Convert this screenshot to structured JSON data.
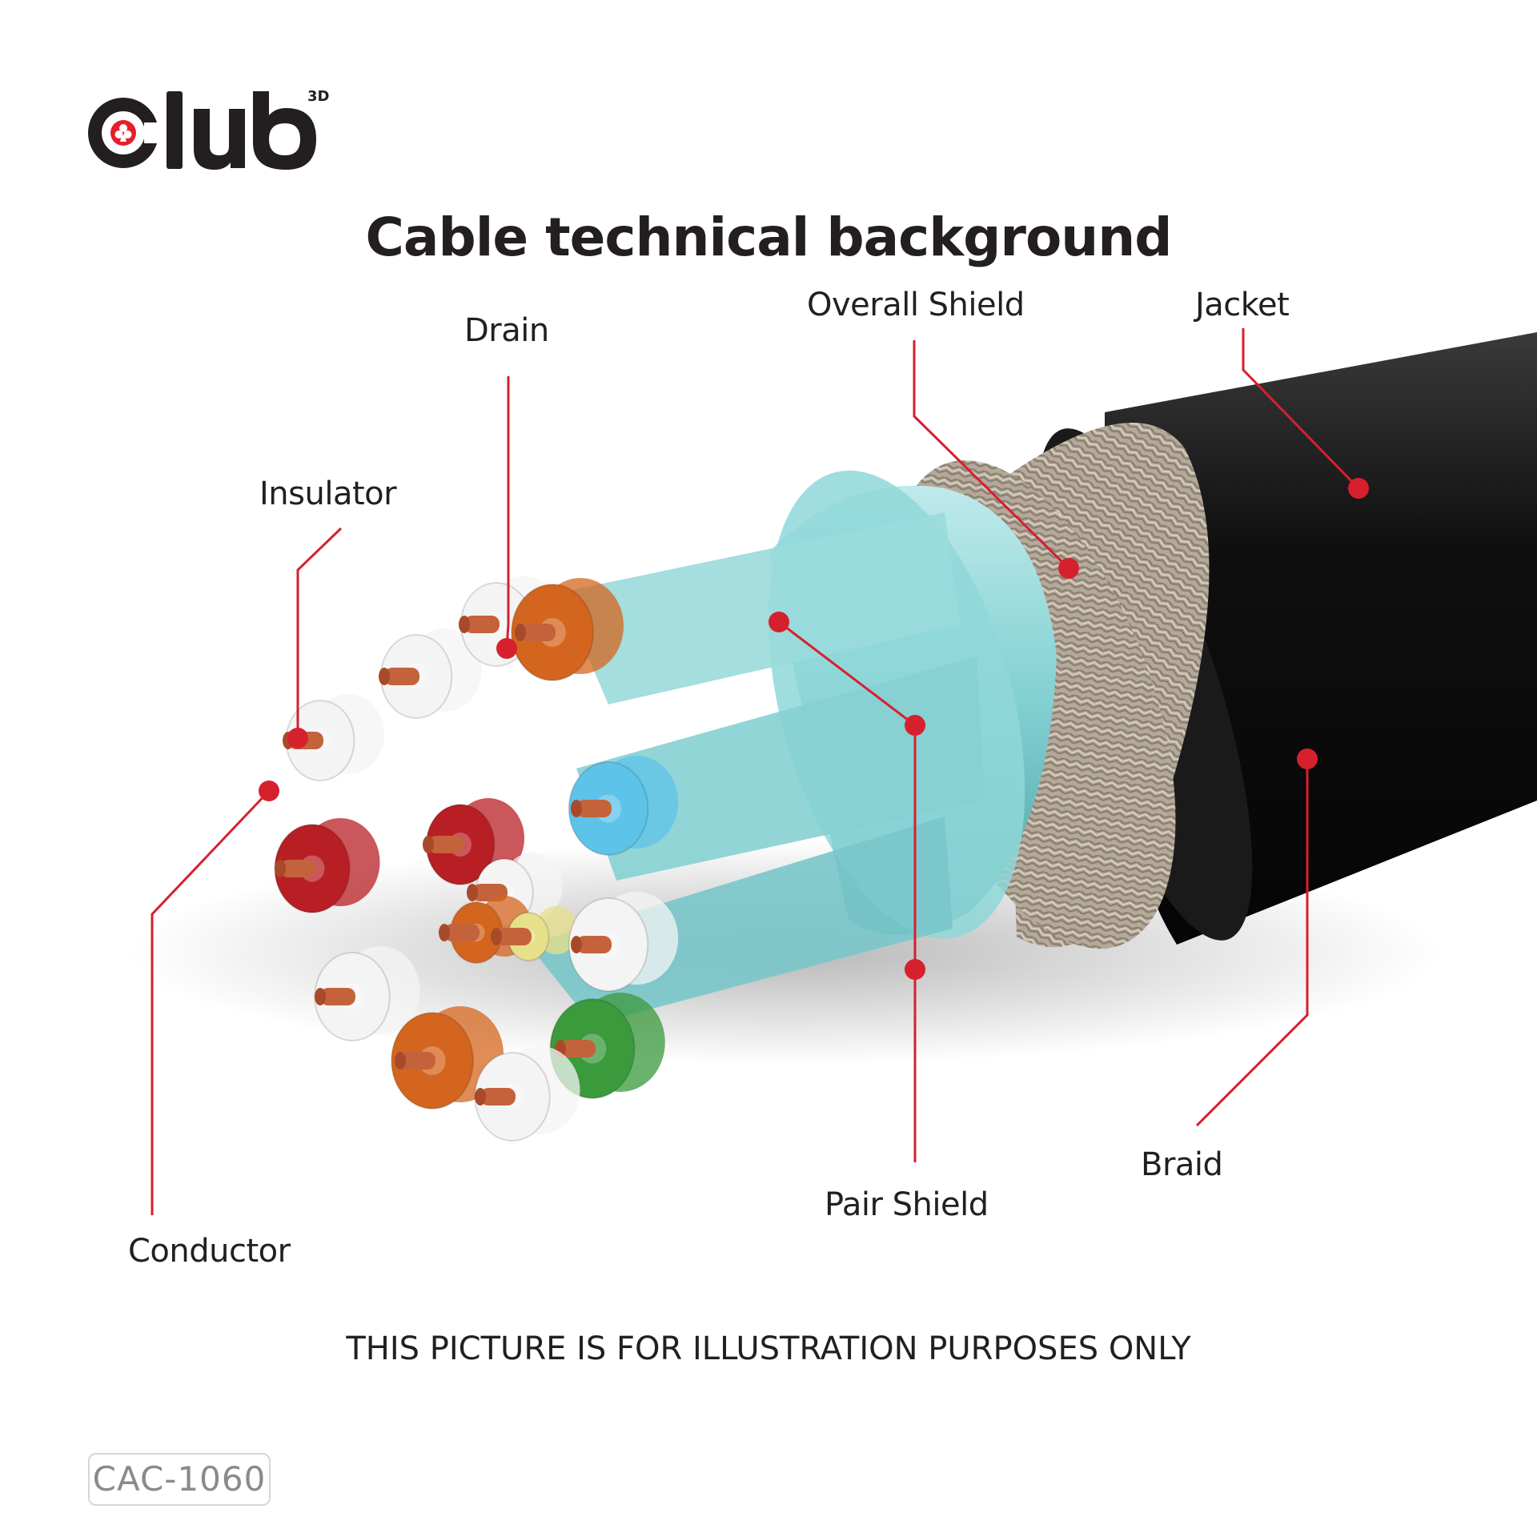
{
  "logo": {
    "brand": "club",
    "superscript": "3D",
    "icon": "club-suit-icon",
    "accent_color": "#e31e2d"
  },
  "title": "Cable technical background",
  "labels": {
    "drain": "Drain",
    "overall_shield": "Overall Shield",
    "jacket": "Jacket",
    "insulator": "Insulator",
    "conductor": "Conductor",
    "pair_shield": "Pair Shield",
    "braid": "Braid"
  },
  "disclaimer": "THIS PICTURE IS FOR ILLUSTRATION PURPOSES ONLY",
  "model": "CAC-1060",
  "colors": {
    "callout": "#d6202e",
    "jacket": "#141414",
    "braid": "#b5aa9a",
    "shield": "#7fcfd1",
    "copper": "#c4623c",
    "orange_core": "#d4651e",
    "red_core": "#b81f24",
    "blue_core": "#5ec3e8",
    "green_core": "#3a9a3c",
    "yellow_core": "#e7e08a",
    "white_core": "#f4f4f4"
  }
}
